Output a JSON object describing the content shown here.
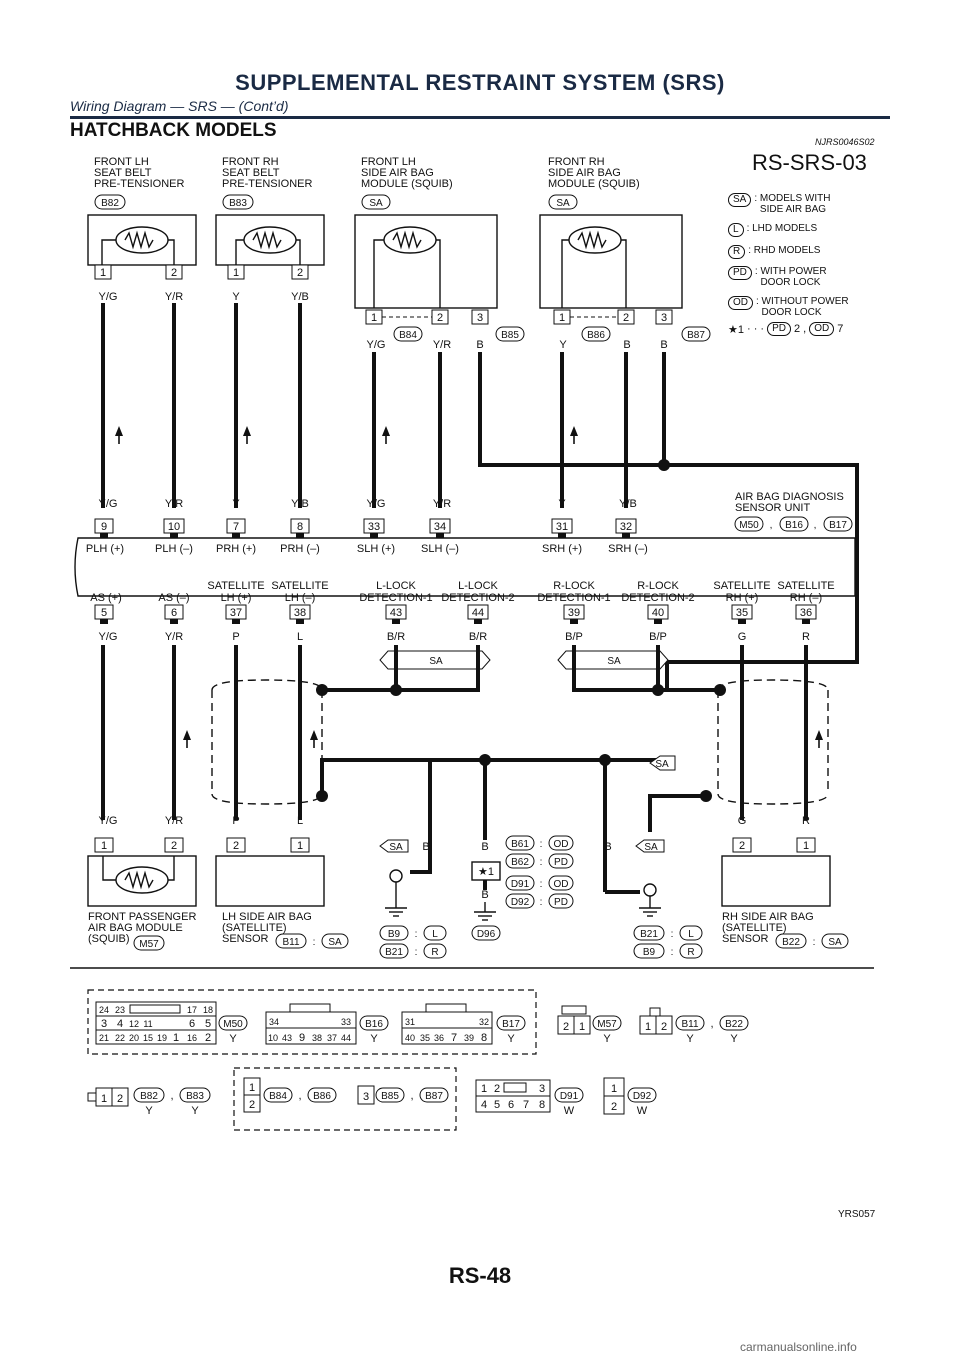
{
  "header": {
    "title": "SUPPLEMENTAL RESTRAINT SYSTEM (SRS)",
    "subtitle": "Wiring Diagram — SRS — (Cont’d)"
  },
  "section": {
    "title": "HATCHBACK MODELS",
    "code": "NJRS0046S02"
  },
  "diagram_id": "RS-SRS-03",
  "legend": [
    {
      "tag": "SA",
      "desc": ": MODELS WITH\n  SIDE AIR BAG"
    },
    {
      "tag": "L",
      "desc": ": LHD MODELS"
    },
    {
      "tag": "R",
      "desc": ": RHD MODELS"
    },
    {
      "tag": "PD",
      "desc": ": WITH POWER\n  DOOR LOCK"
    },
    {
      "tag": "OD",
      "desc": ": WITHOUT POWER\n  DOOR LOCK"
    }
  ],
  "legend_star": {
    "star": "★1",
    "dots": "· · ·",
    "pd": "PD",
    "pd_val": "2 ,",
    "od": "OD",
    "od_val": "7"
  },
  "components": {
    "b82": {
      "name": "FRONT LH\nSEAT BELT\nPRE-TENSIONER",
      "conn": "B82"
    },
    "b83": {
      "name": "FRONT RH\nSEAT BELT\nPRE-TENSIONER",
      "conn": "B83"
    },
    "lh_side": {
      "name": "FRONT LH\nSIDE AIR BAG\nMODULE (SQUIB)",
      "conn": "SA"
    },
    "rh_side": {
      "name": "FRONT RH\nSIDE AIR BAG\nMODULE (SQUIB)",
      "conn": "SA"
    },
    "sensor_unit": {
      "name": "AIR BAG DIAGNOSIS\nSENSOR UNIT",
      "conns": [
        "M50",
        "B16",
        "B17"
      ]
    },
    "passenger": {
      "name": "FRONT PASSENGER\nAIR BAG MODULE\n(SQUIB)",
      "conn": "M57"
    },
    "lh_sat": {
      "name": "LH SIDE AIR BAG\n(SATELLITE)\nSENSOR",
      "conn": "B11",
      "opt": "SA"
    },
    "rh_sat": {
      "name": "RH SIDE AIR BAG\n(SATELLITE)\nSENSOR",
      "conn": "B22",
      "opt": "SA"
    }
  },
  "connector_labels": {
    "b84": "B84",
    "b85": "B85",
    "b86": "B86",
    "b87": "B87"
  },
  "unit_pins_top": [
    {
      "pin": "9",
      "wire": "Y/G",
      "func": "PLH (+)"
    },
    {
      "pin": "10",
      "wire": "Y/R",
      "func": "PLH (–)"
    },
    {
      "pin": "7",
      "wire": "Y",
      "func": "PRH (+)"
    },
    {
      "pin": "8",
      "wire": "Y/B",
      "func": "PRH (–)"
    },
    {
      "pin": "33",
      "wire": "Y/G",
      "func": "SLH (+)"
    },
    {
      "pin": "34",
      "wire": "Y/R",
      "func": "SLH (–)"
    },
    {
      "pin": "31",
      "wire": "Y",
      "func": "SRH (+)"
    },
    {
      "pin": "32",
      "wire": "Y/B",
      "func": "SRH (–)"
    }
  ],
  "unit_pins_bottom": [
    {
      "pin": "5",
      "wire": "Y/G",
      "func": "AS (+)"
    },
    {
      "pin": "6",
      "wire": "Y/R",
      "func": "AS (–)"
    },
    {
      "pin": "37",
      "wire": "P",
      "func": "SATELLITE\nLH (+)"
    },
    {
      "pin": "38",
      "wire": "L",
      "func": "SATELLITE\nLH (–)"
    },
    {
      "pin": "43",
      "wire": "B/R",
      "func": "L-LOCK\nDETECTION-1"
    },
    {
      "pin": "44",
      "wire": "B/R",
      "func": "L-LOCK\nDETECTION-2"
    },
    {
      "pin": "39",
      "wire": "B/P",
      "func": "R-LOCK\nDETECTION-1"
    },
    {
      "pin": "40",
      "wire": "B/P",
      "func": "R-LOCK\nDETECTION-2"
    },
    {
      "pin": "35",
      "wire": "G",
      "func": "SATELLITE\nRH (+)"
    },
    {
      "pin": "36",
      "wire": "R",
      "func": "SATELLITE\nRH (–)"
    }
  ],
  "top_wires": {
    "b82": [
      "Y/G",
      "Y/R"
    ],
    "b83": [
      "Y",
      "Y/B"
    ],
    "b84": [
      "Y/G",
      "Y/R"
    ],
    "b85": [
      "B"
    ],
    "b86": [
      "Y",
      "B"
    ],
    "b87": [
      "B"
    ]
  },
  "lower_wires": {
    "m57": [
      "Y/G",
      "Y/R"
    ],
    "b11": [
      "P",
      "L"
    ],
    "b22": [
      "G",
      "R"
    ],
    "ground_wires": [
      "B",
      "B",
      "B",
      "B",
      "B"
    ]
  },
  "grounds": {
    "left": [
      {
        "conn": "B9",
        "opt": "L"
      },
      {
        "conn": "B21",
        "opt": "R"
      }
    ],
    "middle": "D96",
    "right": [
      {
        "conn": "B21",
        "opt": "L"
      },
      {
        "conn": "B9",
        "opt": "R"
      }
    ]
  },
  "star_table": [
    {
      "conn": "B61",
      "opt": "OD"
    },
    {
      "conn": "B62",
      "opt": "PD"
    },
    {
      "conn": "D91",
      "opt": "OD"
    },
    {
      "conn": "D92",
      "opt": "PD"
    }
  ],
  "star_box": "★1",
  "sa_tag": "SA",
  "connector_views": {
    "m50": {
      "label": "M50",
      "color": "Y"
    },
    "b16": {
      "label": "B16",
      "color": "Y"
    },
    "b17": {
      "label": "B17",
      "color": "Y"
    },
    "m57": {
      "label": "M57",
      "color": "Y"
    },
    "b11b22": {
      "labels": [
        "B11",
        "B22"
      ],
      "colors": [
        "Y",
        "Y"
      ]
    },
    "b82b83": {
      "labels": [
        "B82",
        "B83"
      ],
      "colors": [
        "Y",
        "Y"
      ]
    },
    "b84b86": {
      "labels": [
        "B84",
        "B86"
      ]
    },
    "b85b87": {
      "labels": [
        "B85",
        "B87"
      ]
    },
    "d91": {
      "label": "D91",
      "color": "W"
    },
    "d92": {
      "label": "D92",
      "color": "W"
    }
  },
  "bottom_code": "YRS057",
  "page_number": "RS-48",
  "watermark": "carmanualsonline.info"
}
